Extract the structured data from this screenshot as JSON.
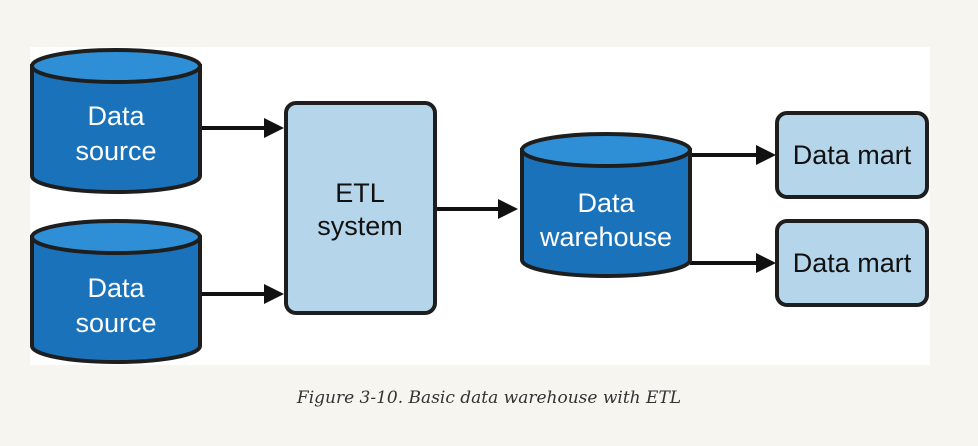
{
  "diagram": {
    "data_source_1": {
      "line1": "Data",
      "line2": "source"
    },
    "data_source_2": {
      "line1": "Data",
      "line2": "source"
    },
    "etl_system": {
      "line1": "ETL",
      "line2": "system"
    },
    "data_warehouse": {
      "line1": "Data",
      "line2": "warehouse"
    },
    "data_mart_1": {
      "label": "Data mart"
    },
    "data_mart_2": {
      "label": "Data mart"
    }
  },
  "caption": "Figure 3-10. Basic data warehouse with ETL",
  "colors": {
    "cylinder_body": "#1a72bb",
    "cylinder_top": "#2f8fd6",
    "box_fill": "#b5d5ea",
    "outline": "#1e1e1e",
    "arrow": "#111111"
  }
}
